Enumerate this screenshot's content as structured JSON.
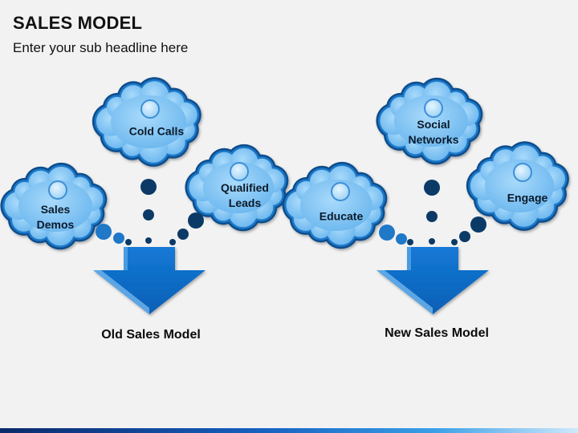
{
  "header": {
    "title": "SALES MODEL",
    "subtitle": "Enter your sub headline here"
  },
  "models": [
    {
      "label": "Old Sales Model",
      "clouds": [
        "Sales\nDemos",
        "Cold Calls",
        "Qualified\nLeads"
      ]
    },
    {
      "label": "New Sales Model",
      "clouds": [
        "Educate",
        "Social\nNetworks",
        "Engage"
      ]
    }
  ],
  "colors": {
    "cloud_fill": "#7ec3f3",
    "cloud_outline_dark": "#0d4d8c",
    "cloud_outline_mid": "#1f78c8",
    "dot_dark": "#0c3a66",
    "dot_mid": "#1f78c8",
    "arrow": "#0d6cc7",
    "arrow_light": "#6fb5ee"
  }
}
